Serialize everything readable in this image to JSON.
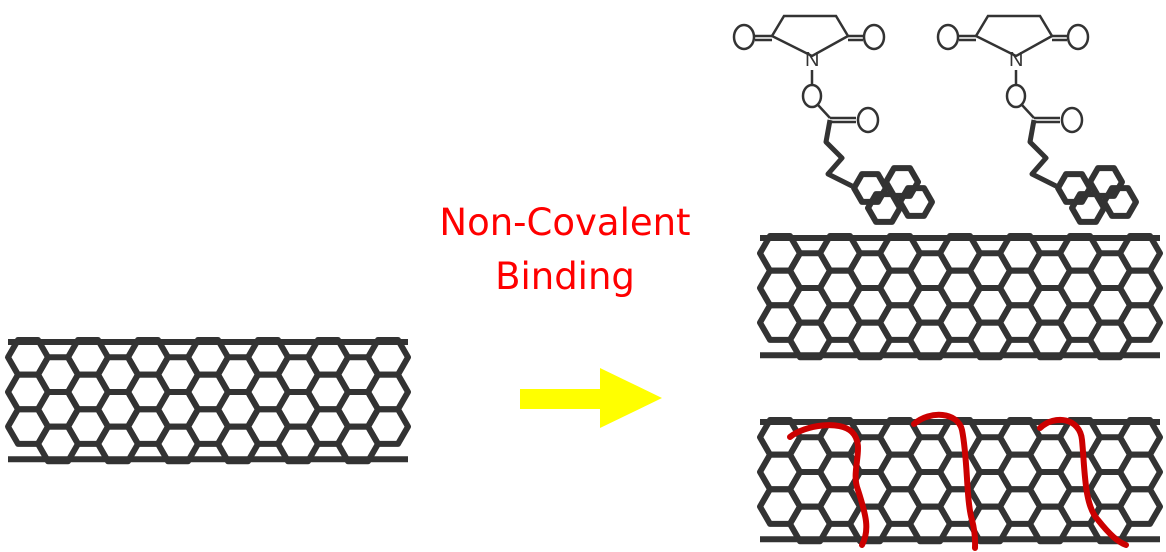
{
  "label": {
    "line1": "Non-Covalent",
    "line2": "Binding"
  },
  "atoms": {
    "nitrogen": "N",
    "oxygen": "O"
  },
  "colors": {
    "label": "#ff0000",
    "arrow": "#ffff00",
    "nanotube": "#333333",
    "molecule": "#333333",
    "polymer": "#cc0000"
  },
  "icons": {
    "arrow": "right-arrow-icon",
    "nanotube": "carbon-nanotube-icon",
    "molecule": "pyrene-nhs-ester-icon",
    "polymer": "polymer-wrap-icon"
  }
}
